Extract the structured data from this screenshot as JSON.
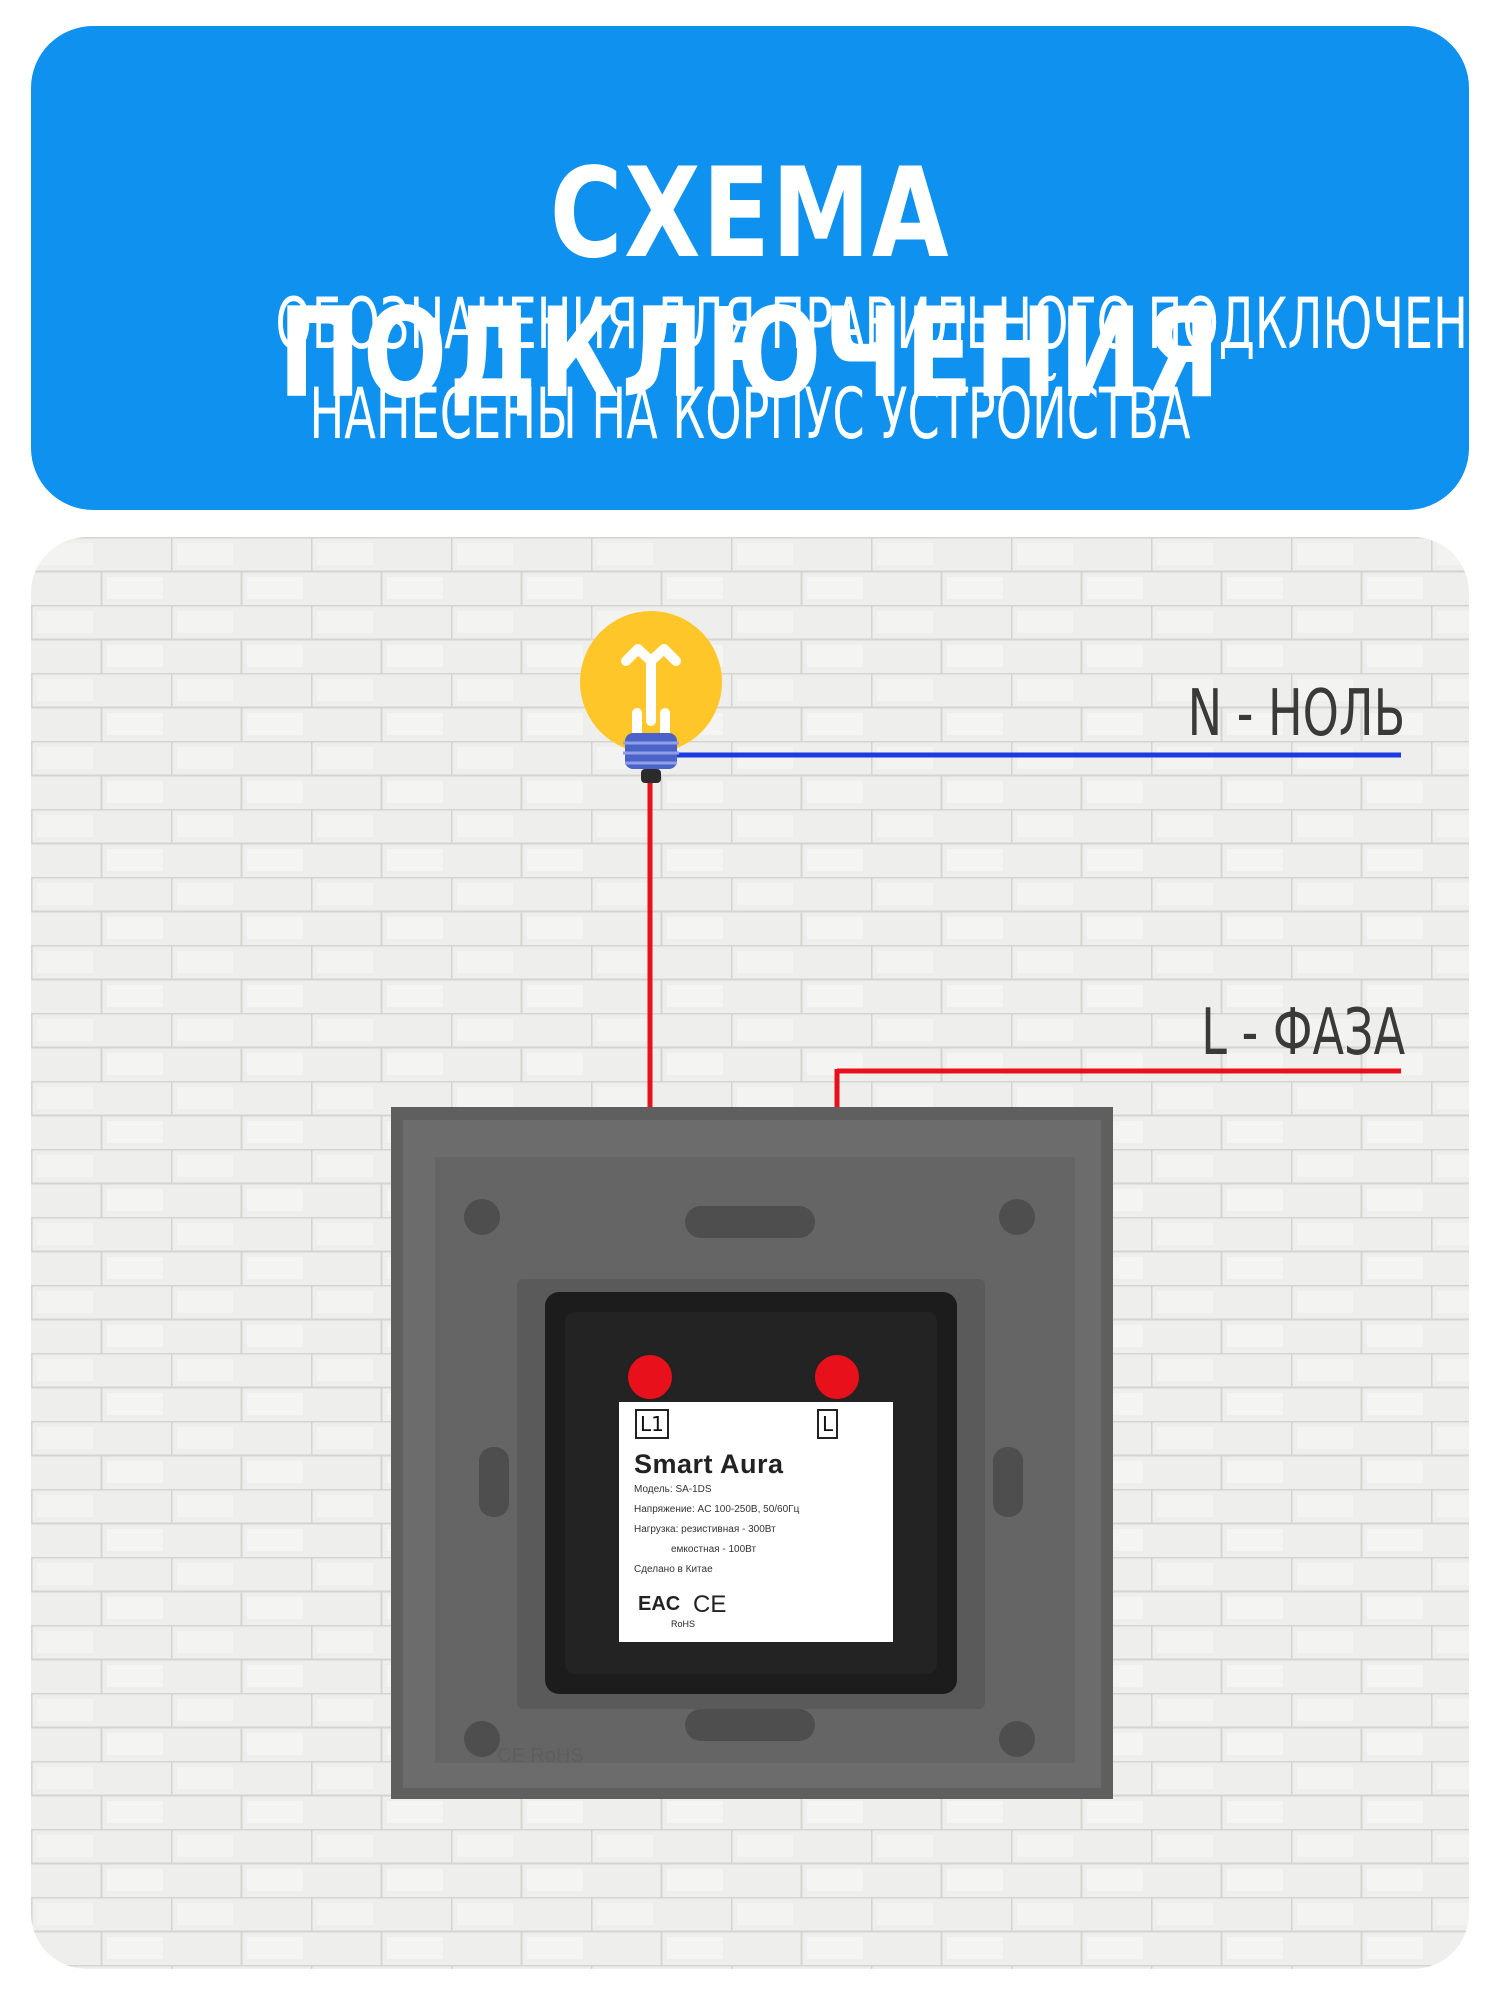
{
  "header": {
    "title": "СХЕМА ПОДКЛЮЧЕНИЯ",
    "subtitle_line1": "ОБОЗНАЧЕНИЯ ДЛЯ ПРАВИЛЬНОГО ПОДКЛЮЧЕНИЯ",
    "subtitle_line2": "НАНЕСЕНЫ НА КОРПУС УСТРОЙСТВА"
  },
  "wires": {
    "neutral_label": "N - НОЛЬ",
    "phase_label": "L - ФАЗА",
    "neutral_color": "#1a3be0",
    "phase_color": "#e8101b"
  },
  "device": {
    "terminal_left": "L1",
    "terminal_right": "L",
    "brand": "Smart Aura",
    "model": "Модель: SA-1DS",
    "voltage": "Напряжение: AC 100-250В, 50/60Гц",
    "load_resistive": "Нагрузка: резистивная - 300Вт",
    "load_capacitive": "емкостная - 100Вт",
    "origin": "Сделано в Китае",
    "mark_ce": "CE",
    "mark_eac": "EAC",
    "mark_rohs": "RoHS",
    "frame_marking": "CE RoHS"
  },
  "colors": {
    "header_bg": "#0f91f0",
    "bulb": "#ffc629",
    "frame": "#6b6b6b",
    "module": "#1c1c1c"
  }
}
